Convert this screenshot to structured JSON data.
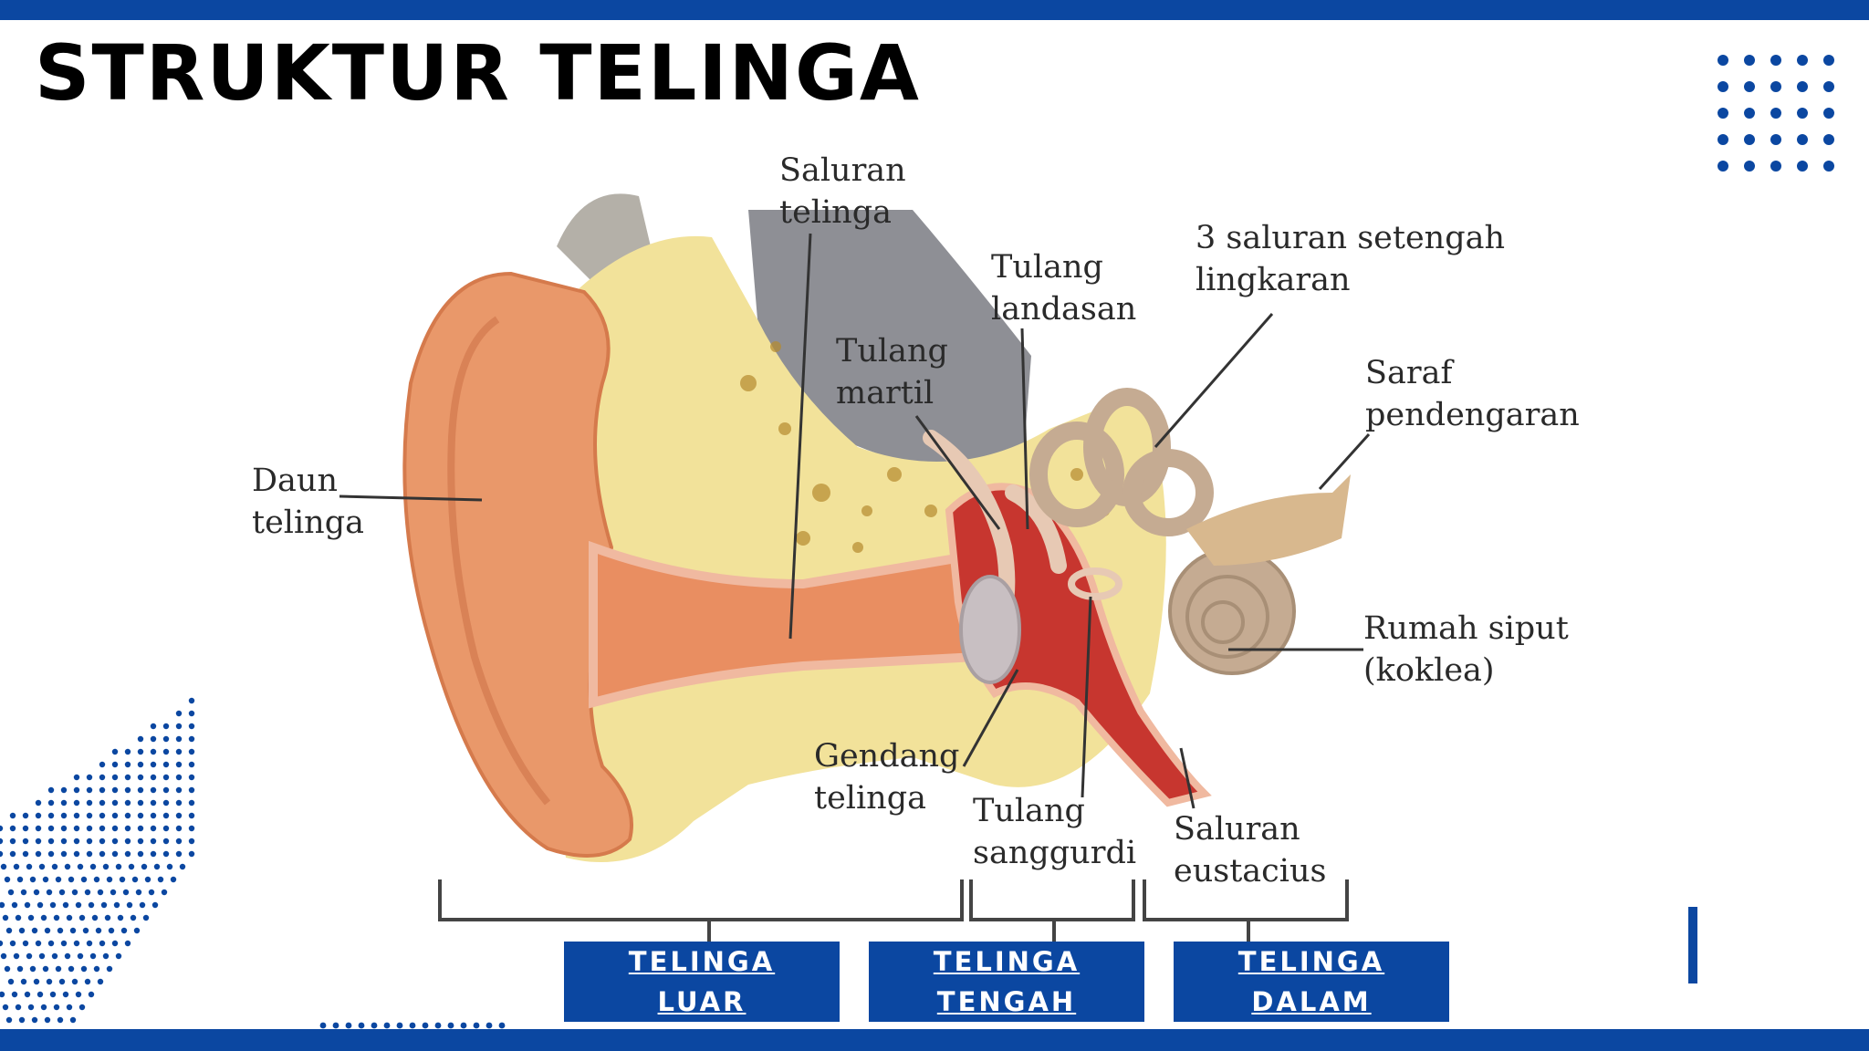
{
  "title": "STRUKTUR TELINGA",
  "colors": {
    "accent": "#0b47a1",
    "skin": "#e9986a",
    "bone": "#f2e29a",
    "canal": "#c7362f"
  },
  "labels": {
    "daun": "Daun\ntelinga",
    "saluran_telinga": "Saluran\ntelinga",
    "tulang_martil": "Tulang\nmartil",
    "tulang_landasan": "Tulang\nlandasan",
    "saluran_setengah": "3 saluran setengah\nlingkaran",
    "saraf": "Saraf\npendengaran",
    "rumah_siput": "Rumah siput\n(koklea)",
    "gendang": "Gendang\ntelinga",
    "sanggurdi": "Tulang\nsanggurdi",
    "eustacius": "Saluran\neustacius"
  },
  "sections": [
    {
      "label": "TELINGA\nLUAR"
    },
    {
      "label": "TELINGA\nTENGAH"
    },
    {
      "label": "TELINGA\nDALAM"
    }
  ]
}
